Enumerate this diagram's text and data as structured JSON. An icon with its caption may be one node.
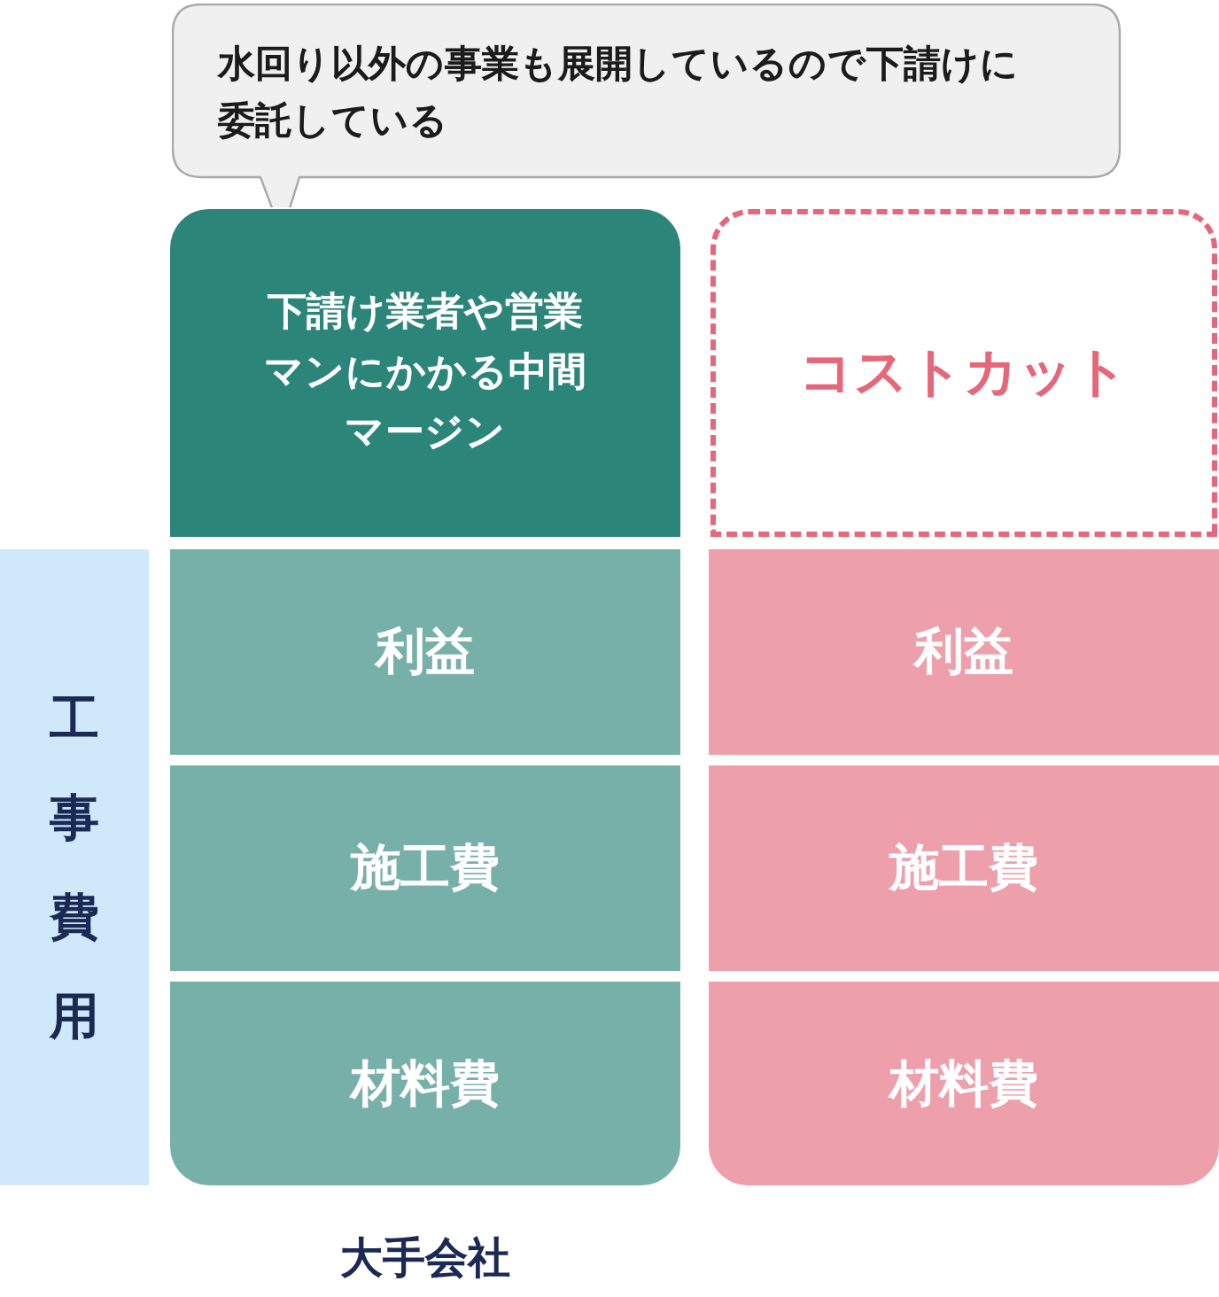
{
  "diagram": {
    "nodes": [
      {
        "text": [
          "水回り以外の事業も展開しているので下請けに委託している"
        ]
      },
      {
        "text": [
          "下請け業者や営業マンにかかる中間マージン"
        ]
      },
      {
        "text": [
          "利益"
        ]
      },
      {
        "text": [
          "施工費"
        ]
      },
      {
        "text": [
          "材料費"
        ]
      },
      {
        "text": [
          "コストカット"
        ]
      },
      {
        "text": [
          "利益"
        ]
      },
      {
        "text": [
          "施工費"
        ]
      },
      {
        "text": [
          "材料費"
        ]
      },
      {
        "text": [
          "工事費用"
        ]
      }
    ],
    "labels": [
      "大手会社"
    ]
  }
}
